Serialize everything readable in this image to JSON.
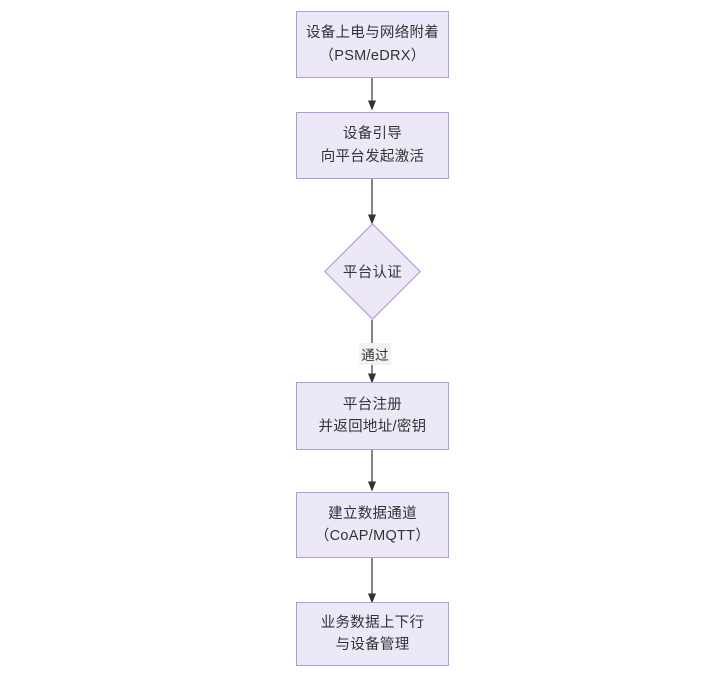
{
  "diagram": {
    "type": "flowchart",
    "orientation": "top-to-bottom",
    "background_color": "#ffffff",
    "node_fill_color": "#ece8f8",
    "node_border_color": "#b19cd9",
    "node_text_color": "#333333",
    "edge_color": "#333333",
    "nodes": [
      {
        "id": "n1",
        "shape": "rectangle",
        "line1": "设备上电与网络附着",
        "line2": "（PSM/eDRX）"
      },
      {
        "id": "n2",
        "shape": "rectangle",
        "line1": "设备引导",
        "line2": "向平台发起激活"
      },
      {
        "id": "n3",
        "shape": "diamond",
        "line1": "平台认证",
        "line2": ""
      },
      {
        "id": "n4",
        "shape": "rectangle",
        "line1": "平台注册",
        "line2": "并返回地址/密钥"
      },
      {
        "id": "n5",
        "shape": "rectangle",
        "line1": "建立数据通道",
        "line2": "（CoAP/MQTT）"
      },
      {
        "id": "n6",
        "shape": "rectangle",
        "line1": "业务数据上下行",
        "line2": "与设备管理"
      }
    ],
    "edges": [
      {
        "from": "n1",
        "to": "n2",
        "label": ""
      },
      {
        "from": "n2",
        "to": "n3",
        "label": ""
      },
      {
        "from": "n3",
        "to": "n4",
        "label": "通过"
      },
      {
        "from": "n4",
        "to": "n5",
        "label": ""
      },
      {
        "from": "n5",
        "to": "n6",
        "label": ""
      }
    ]
  }
}
